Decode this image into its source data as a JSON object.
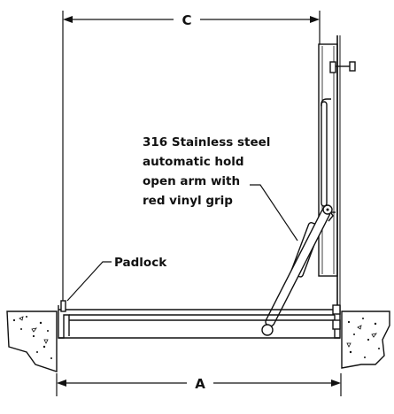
{
  "labels": {
    "dim_c": "C",
    "dim_a": "A",
    "padlock": "Padlock",
    "arm_lines": [
      "316 Stainless steel",
      "automatic hold",
      "open arm with",
      "red vinyl grip"
    ]
  },
  "colors": {
    "ink": "#111111",
    "arm_fill": "#ffffff",
    "background": "#ffffff"
  }
}
